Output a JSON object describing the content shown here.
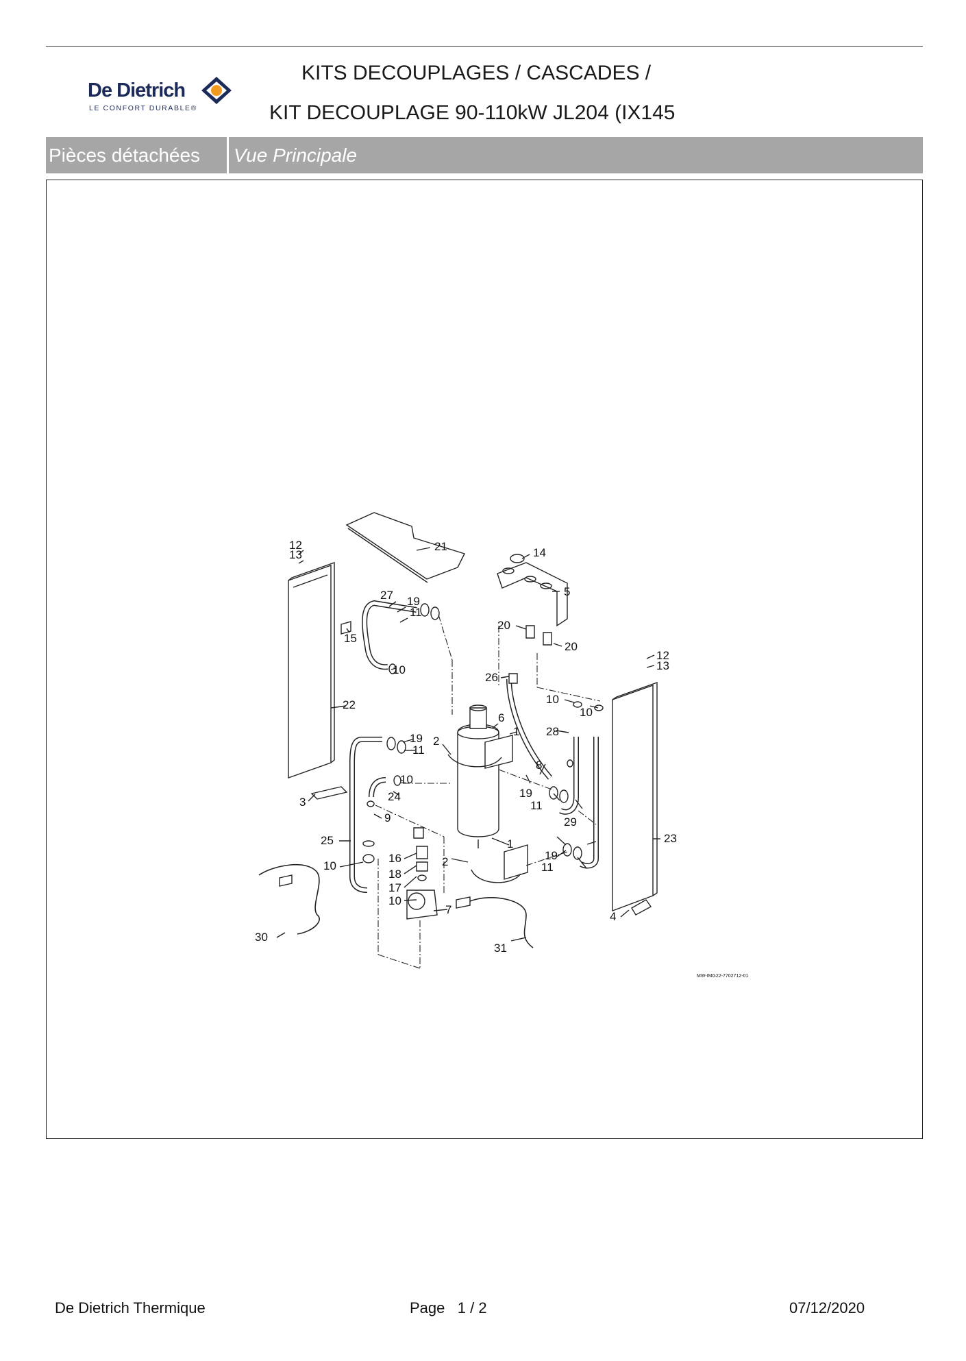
{
  "header": {
    "brand": "De Dietrich",
    "tagline": "LE CONFORT DURABLE®",
    "title_line1": "KITS DECOUPLAGES / CASCADES /",
    "title_line2": "KIT DECOUPLAGE 90-110kW JL204 (IX145"
  },
  "band": {
    "section": "Pièces détachées",
    "view": "Vue Principale"
  },
  "diagram": {
    "reference": "MW-IMG22-7702712-01",
    "callouts": [
      "12",
      "13",
      "21",
      "14",
      "5",
      "27",
      "19",
      "11",
      "15",
      "20",
      "20",
      "10",
      "26",
      "12",
      "13",
      "22",
      "10",
      "10",
      "6",
      "1",
      "28",
      "2",
      "19",
      "11",
      "8",
      "24",
      "10",
      "3",
      "9",
      "19",
      "11",
      "29",
      "25",
      "23",
      "16",
      "1",
      "2",
      "19",
      "11",
      "10",
      "18",
      "17",
      "10",
      "7",
      "30",
      "4",
      "31"
    ]
  },
  "footer": {
    "company": "De Dietrich Thermique",
    "page_label": "Page",
    "page_current": "1",
    "page_sep": "/",
    "page_total": "2",
    "date": "07/12/2020"
  },
  "colors": {
    "brand_navy": "#1c2a5a",
    "logo_orange": "#f29a1f",
    "band_grey": "#a6a6a6"
  }
}
